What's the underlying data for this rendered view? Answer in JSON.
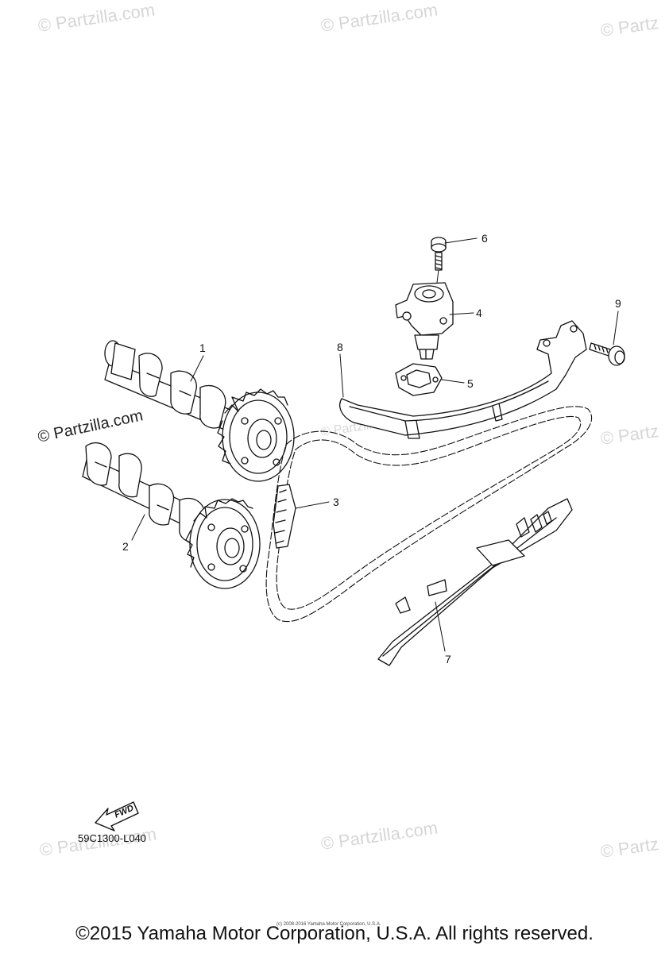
{
  "watermarks": [
    "© Partzilla.com",
    "© Partzilla.com",
    "© Partz",
    "© Partzilla.com",
    "© Partz",
    "© Partzilla.com",
    "© Partzilla.com",
    "© Partz",
    "© Partzilla.com"
  ],
  "callouts": [
    "1",
    "2",
    "3",
    "4",
    "5",
    "6",
    "7",
    "8",
    "9"
  ],
  "fwd_label": "FWD",
  "diagram_code": "59C1300-L040",
  "copyright_small": "(c) 2008-2016 Yamaha Motor Corporation, U.S.A.",
  "copyright_main": "©2015 Yamaha Motor Corporation, U.S.A. All rights reserved."
}
